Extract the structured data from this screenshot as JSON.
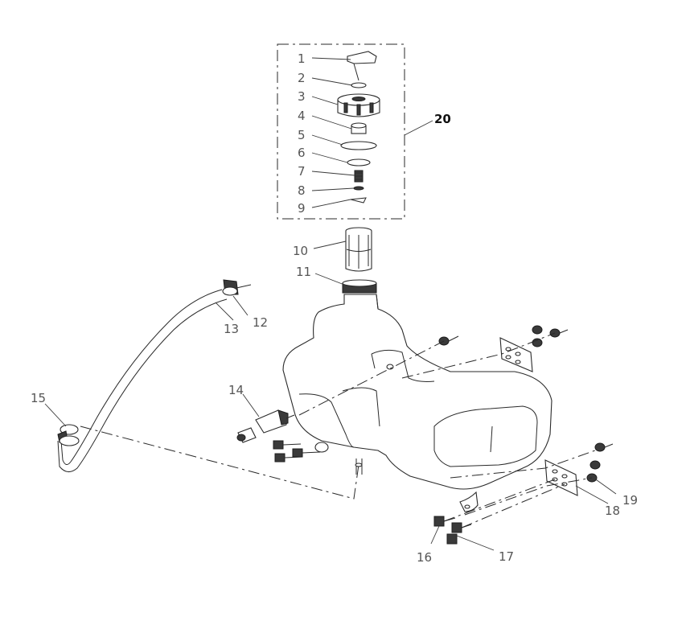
{
  "callouts": {
    "c1": "1",
    "c2": "2",
    "c3": "3",
    "c4": "4",
    "c5": "5",
    "c6": "6",
    "c7": "7",
    "c8": "8",
    "c9": "9",
    "c10": "10",
    "c11": "11",
    "c12": "12",
    "c13": "13",
    "c14": "14",
    "c15": "15",
    "c16": "16",
    "c17": "17",
    "c18": "18",
    "c19": "19",
    "c20": "20"
  },
  "colors": {
    "line": "#2a2a2a",
    "callout_text": "#555555",
    "background": "#ffffff"
  }
}
